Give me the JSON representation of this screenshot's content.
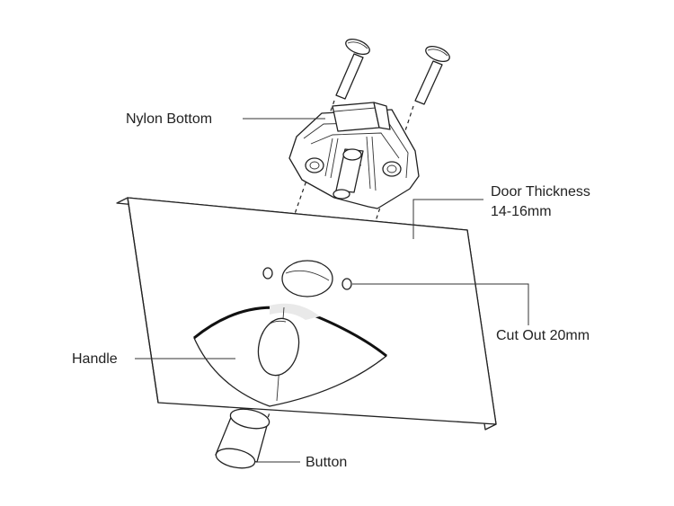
{
  "labels": {
    "nylon_bottom": "Nylon Bottom",
    "door_thickness_line1": "Door Thickness",
    "door_thickness_line2": "14-16mm",
    "cut_out": "Cut Out 20mm",
    "handle": "Handle",
    "button": "Button"
  },
  "colors": {
    "line": "#222222",
    "background": "#ffffff",
    "shade": "#e9e9e9"
  }
}
